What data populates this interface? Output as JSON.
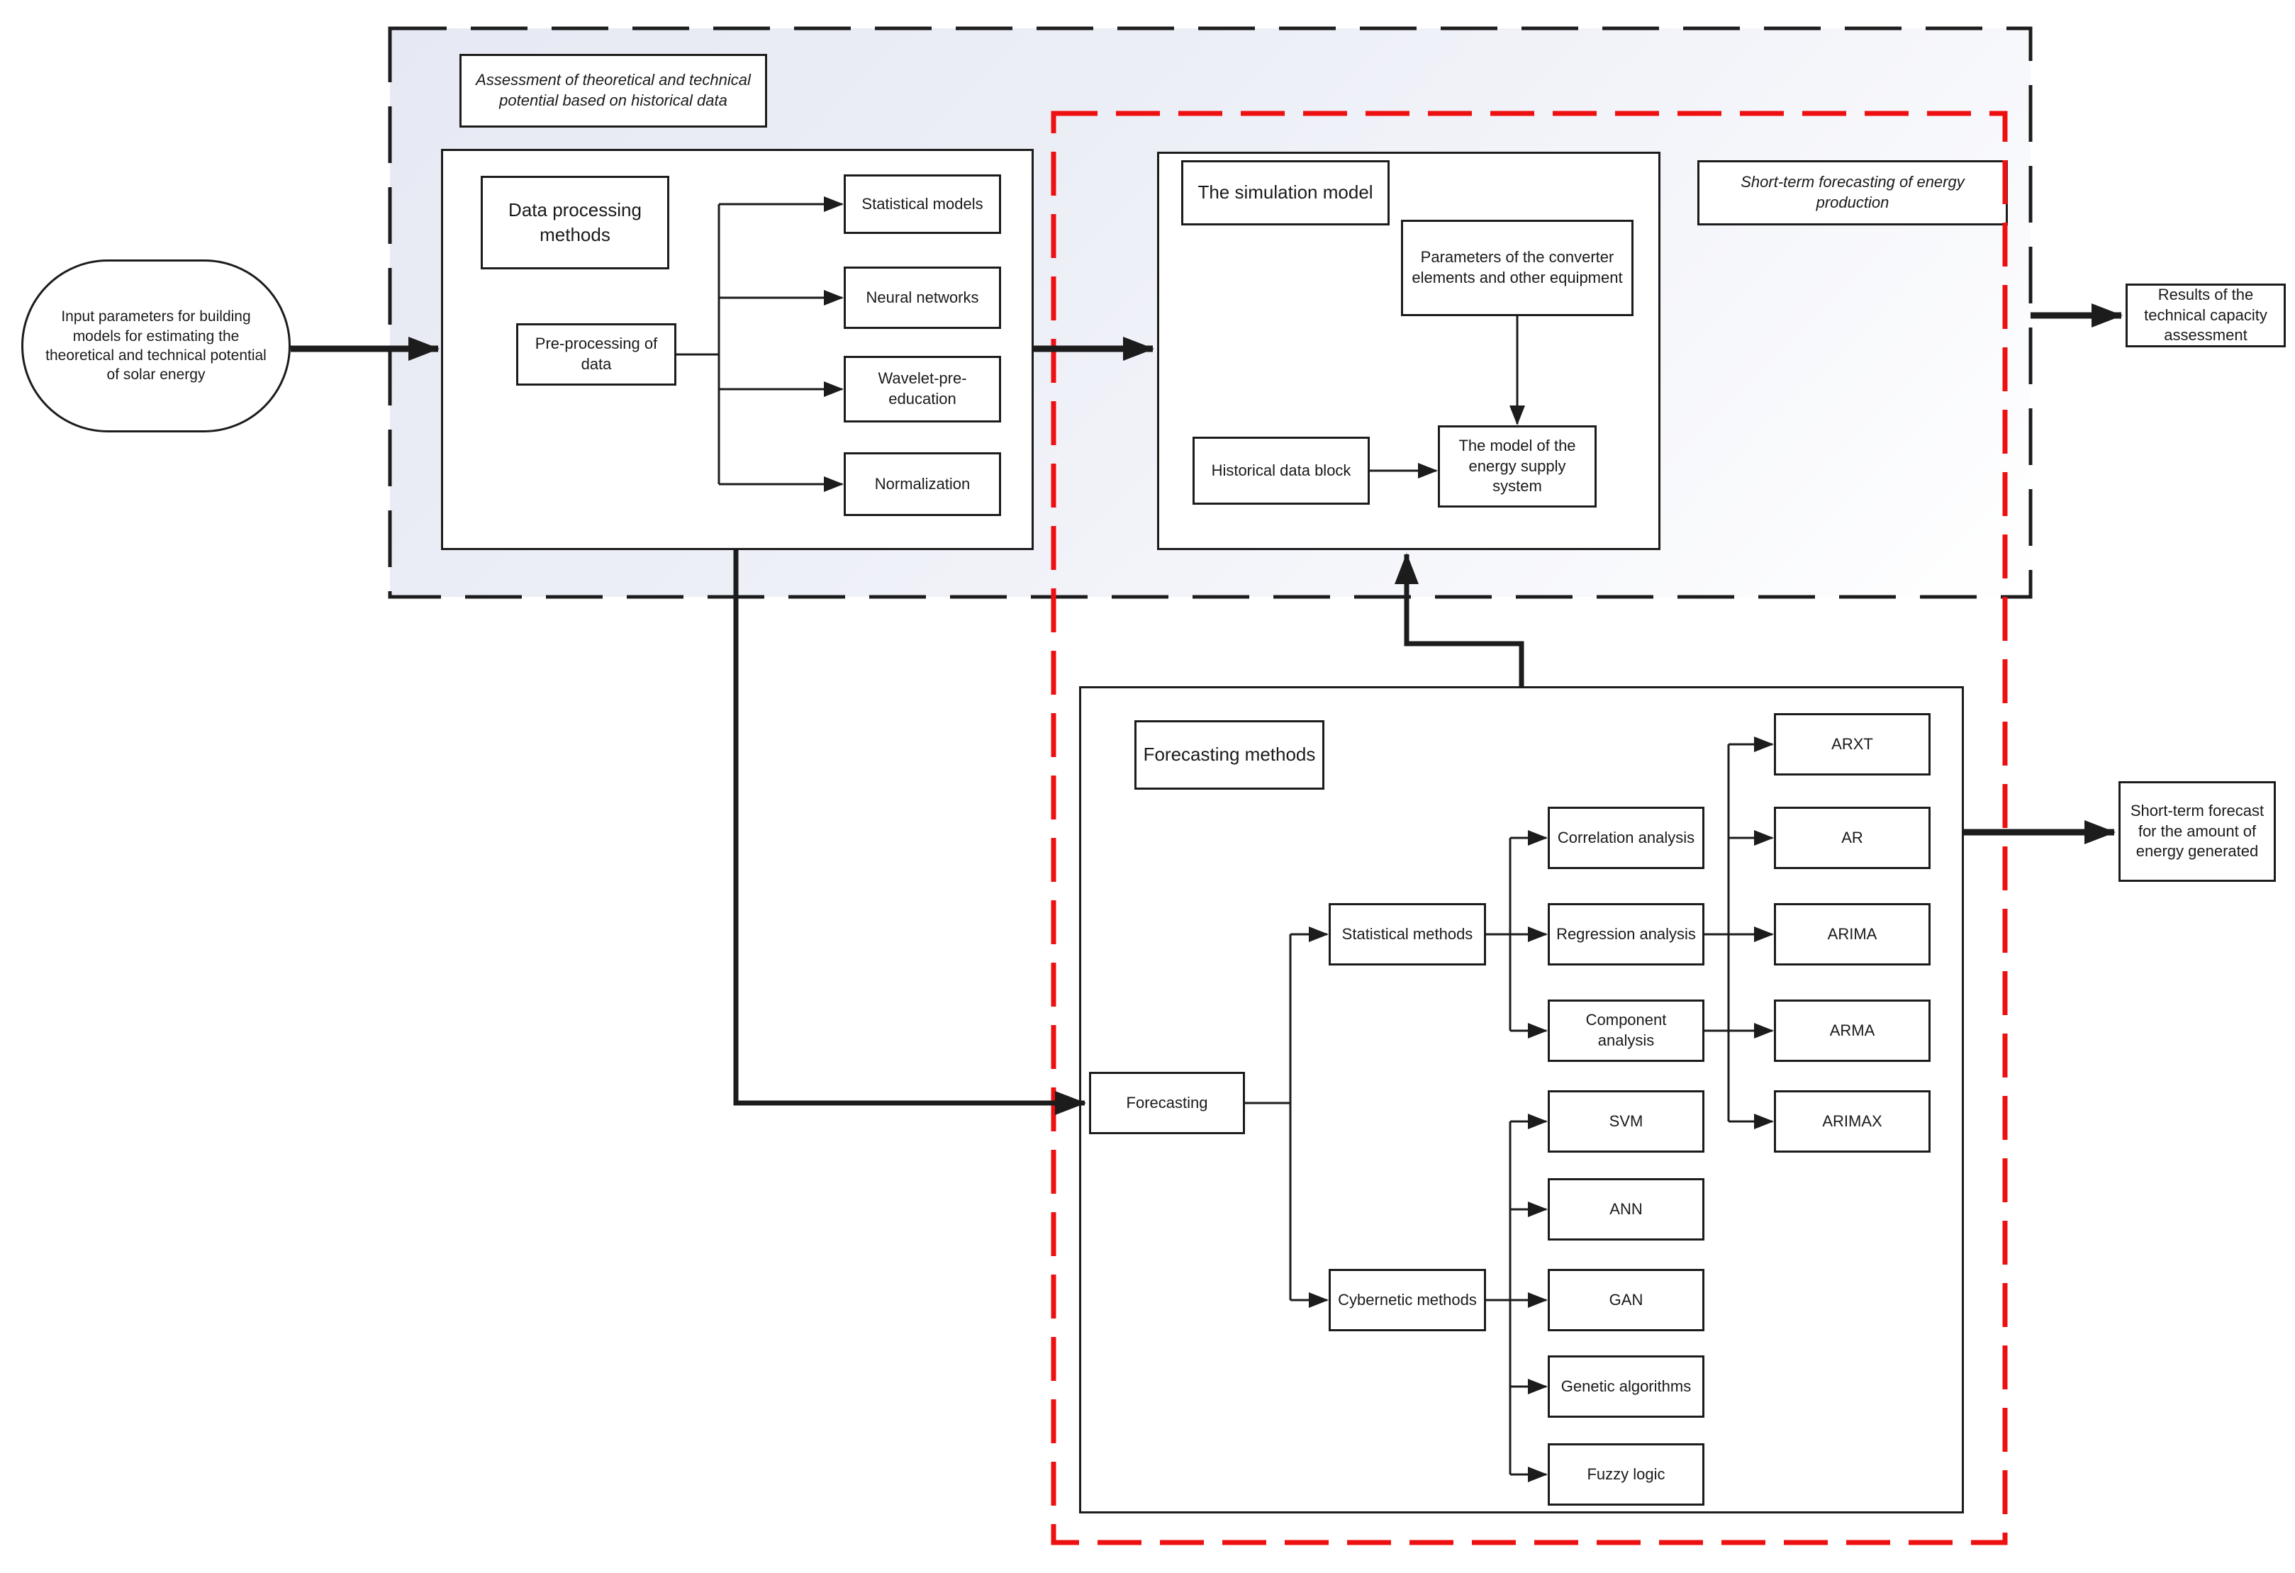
{
  "diagram": {
    "nodes": {
      "input": "Input parameters for building models for estimating the theoretical and technical potential of solar energy",
      "results": "Results of the technical capacity assessment",
      "short_term_forecast": "Short-term forecast for the amount of energy generated"
    },
    "assessment_region": {
      "label": "Assessment of theoretical and technical potential based on historical data",
      "data_processing": {
        "title": "Data processing methods",
        "preprocessing": "Pre-processing of data",
        "methods": [
          "Statistical models",
          "Neural networks",
          "Wavelet-pre-education",
          "Normalization"
        ]
      }
    },
    "forecast_region": {
      "label": "Short-term forecasting of energy production",
      "simulation": {
        "title": "The simulation model",
        "parameters": "Parameters of the converter elements and other equipment",
        "historical_data": "Historical data block",
        "supply_model": "The model of the energy supply system"
      },
      "methods": {
        "title": "Forecasting methods",
        "root": "Forecasting",
        "statistical": {
          "label": "Statistical methods",
          "analyses": [
            "Correlation analysis",
            "Regression analysis",
            "Component analysis"
          ],
          "models": [
            "ARXT",
            "AR",
            "ARIMA",
            "ARMA",
            "ARIMAX"
          ]
        },
        "cybernetic": {
          "label": "Cybernetic methods",
          "methods": [
            "SVM",
            "ANN",
            "GAN",
            "Genetic algorithms",
            "Fuzzy logic"
          ]
        }
      }
    },
    "colors": {
      "accent_red": "#ee1010",
      "line_black": "#1c1c1c",
      "region_fill_dark": "#e6e9f3",
      "region_fill_light": "#ffffff"
    }
  }
}
